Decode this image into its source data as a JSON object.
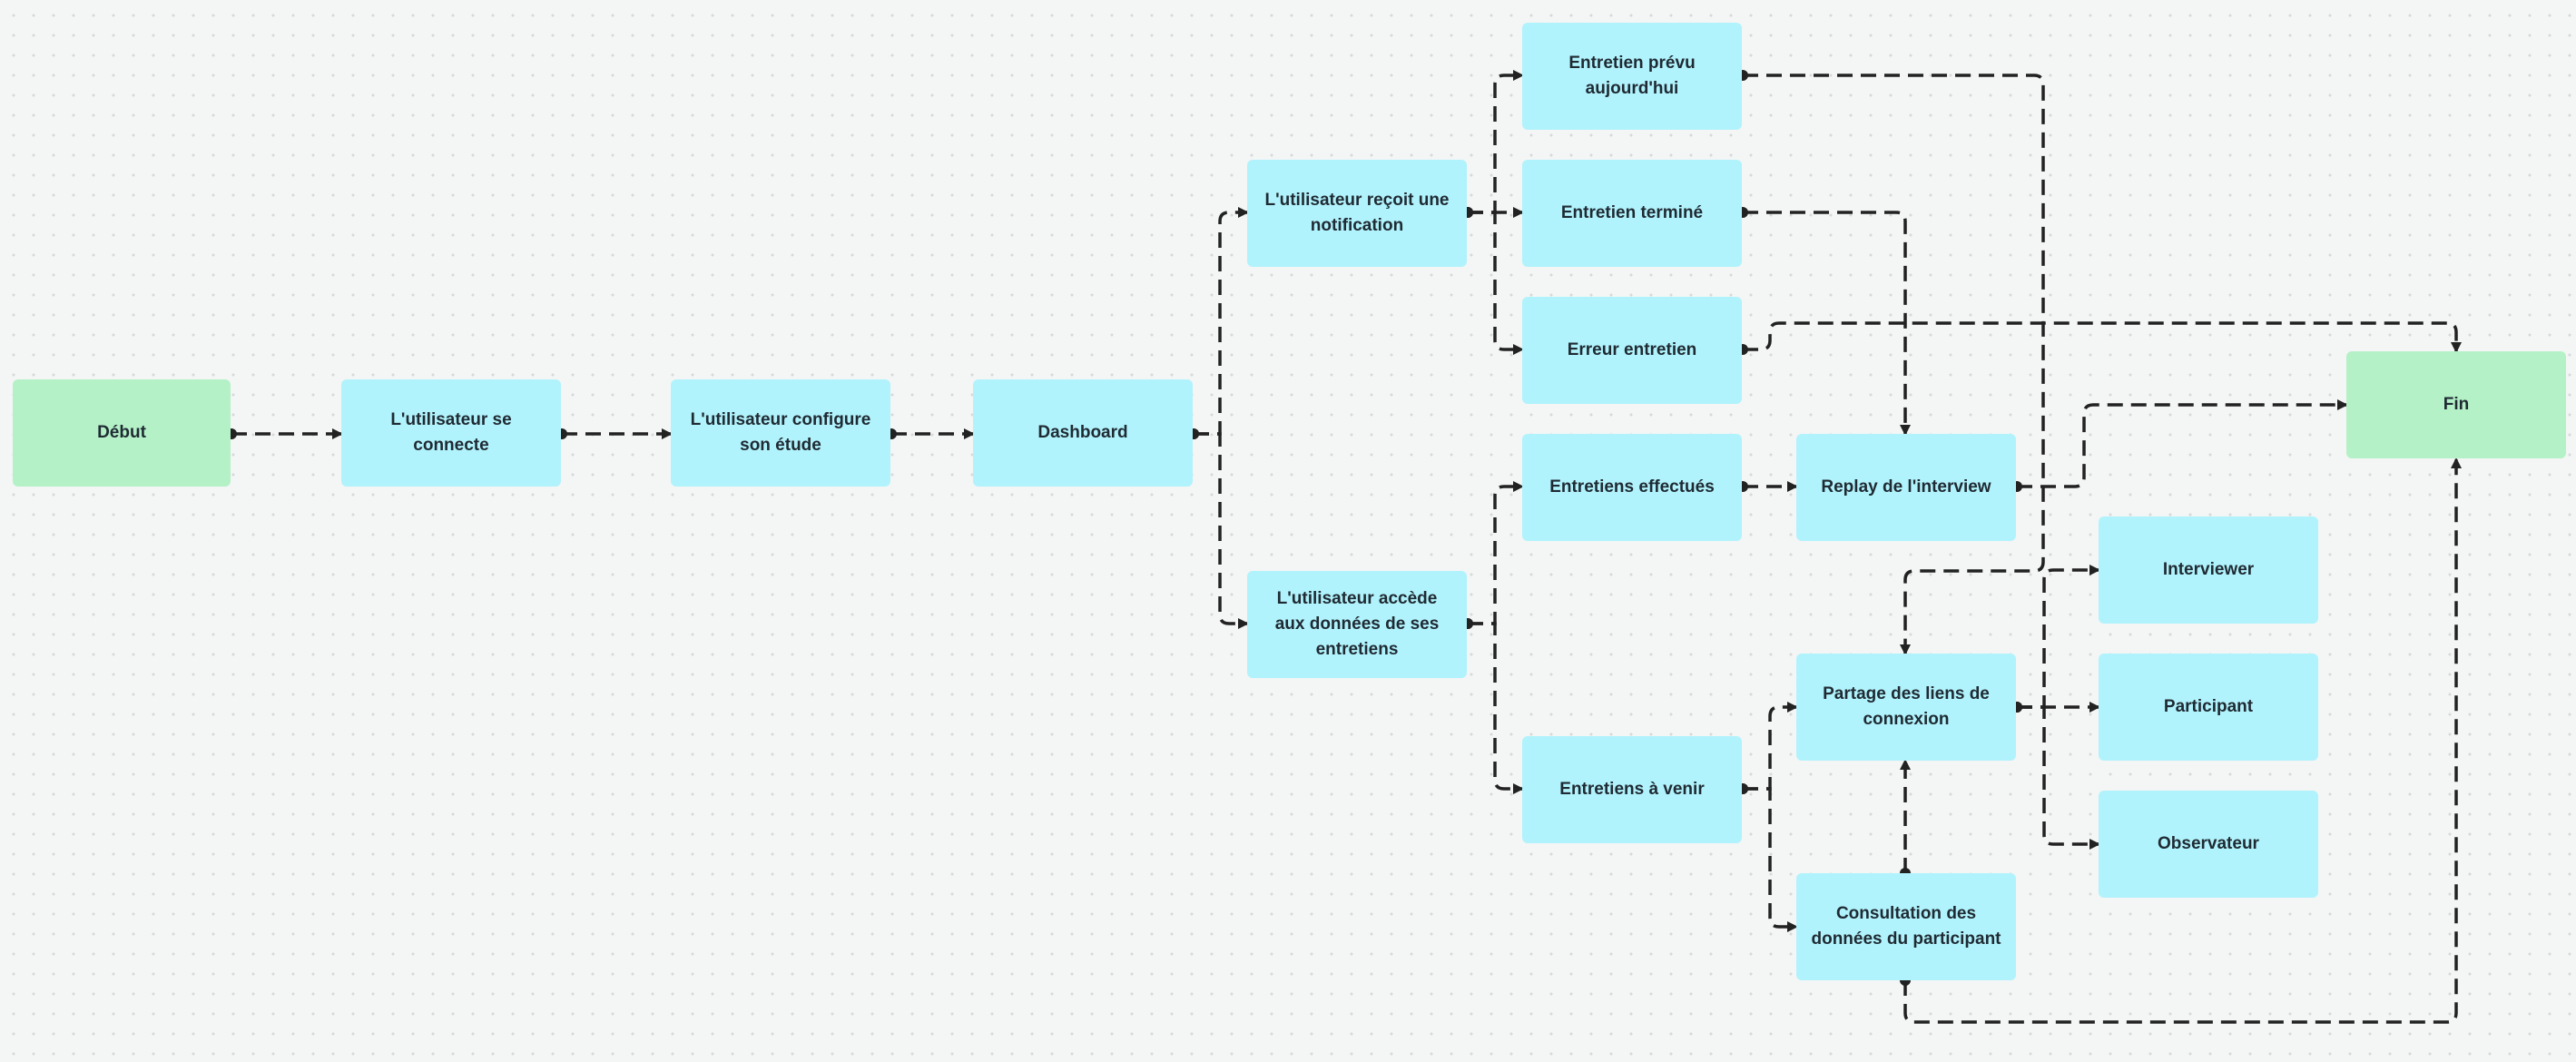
{
  "diagram": {
    "nodes": {
      "debut": {
        "label": "Début"
      },
      "connecte": {
        "label": "L'utilisateur se connecte"
      },
      "configure": {
        "label": "L'utilisateur configure son étude"
      },
      "dashboard": {
        "label": "Dashboard"
      },
      "notification": {
        "label": "L'utilisateur reçoit une notification"
      },
      "accede": {
        "label": "L'utilisateur accède aux données de ses entretiens"
      },
      "prevu": {
        "label": "Entretien prévu aujourd'hui"
      },
      "termine": {
        "label": "Entretien terminé"
      },
      "erreur": {
        "label": "Erreur entretien"
      },
      "effectues": {
        "label": "Entretiens effectués"
      },
      "avenir": {
        "label": "Entretiens à venir"
      },
      "replay": {
        "label": "Replay de l'interview"
      },
      "partage": {
        "label": "Partage des liens de connexion"
      },
      "consultation": {
        "label": "Consultation des données du participant"
      },
      "interviewer": {
        "label": "Interviewer"
      },
      "participant": {
        "label": "Participant"
      },
      "observateur": {
        "label": "Observateur"
      },
      "fin": {
        "label": "Fin"
      }
    },
    "edges": [
      [
        "debut",
        "connecte"
      ],
      [
        "connecte",
        "configure"
      ],
      [
        "configure",
        "dashboard"
      ],
      [
        "dashboard",
        "notification"
      ],
      [
        "dashboard",
        "accede"
      ],
      [
        "notification",
        "prevu"
      ],
      [
        "notification",
        "termine"
      ],
      [
        "notification",
        "erreur"
      ],
      [
        "accede",
        "effectues"
      ],
      [
        "accede",
        "avenir"
      ],
      [
        "effectues",
        "replay"
      ],
      [
        "termine",
        "replay"
      ],
      [
        "prevu",
        "partage"
      ],
      [
        "erreur",
        "fin"
      ],
      [
        "replay",
        "fin"
      ],
      [
        "avenir",
        "partage"
      ],
      [
        "avenir",
        "consultation"
      ],
      [
        "consultation",
        "partage"
      ],
      [
        "partage",
        "interviewer"
      ],
      [
        "partage",
        "participant"
      ],
      [
        "partage",
        "observateur"
      ],
      [
        "consultation",
        "fin"
      ]
    ],
    "colors": {
      "process_fill": "#b1f3fc",
      "terminal_fill": "#b4f1c7",
      "connector": "#222222",
      "background": "#f4f5f5"
    }
  }
}
